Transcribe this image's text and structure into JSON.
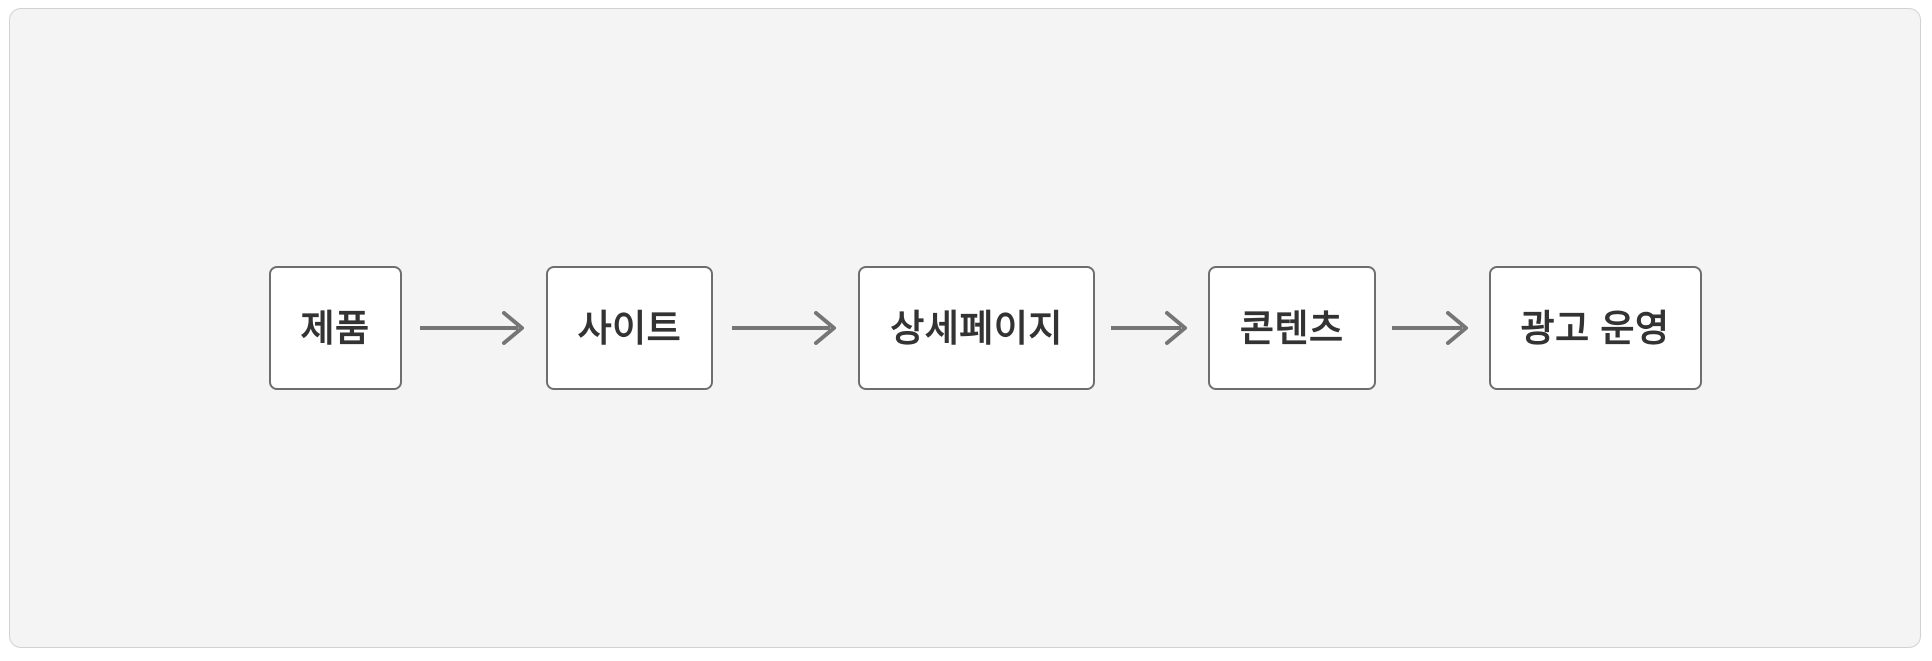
{
  "diagram": {
    "type": "horizontal-flow",
    "title": "",
    "container": {
      "background_color": "#f4f4f4",
      "border_color": "#d2d2d2"
    },
    "node_style": {
      "fill": "#ffffff",
      "border_color": "#6e6e6e",
      "text_color": "#333333"
    },
    "connector_style": {
      "color": "#757575",
      "glyph": "arrow-right"
    },
    "nodes": [
      {
        "id": "product",
        "label": "제품"
      },
      {
        "id": "site",
        "label": "사이트"
      },
      {
        "id": "detail-page",
        "label": "상세페이지"
      },
      {
        "id": "contents",
        "label": "콘텐츠"
      },
      {
        "id": "ad-operation",
        "label": "광고 운영"
      }
    ],
    "connectors": [
      {
        "from": "product",
        "to": "site",
        "label": ""
      },
      {
        "from": "site",
        "to": "detail-page",
        "label": ""
      },
      {
        "from": "detail-page",
        "to": "contents",
        "label": ""
      },
      {
        "from": "contents",
        "to": "ad-operation",
        "label": ""
      }
    ]
  }
}
